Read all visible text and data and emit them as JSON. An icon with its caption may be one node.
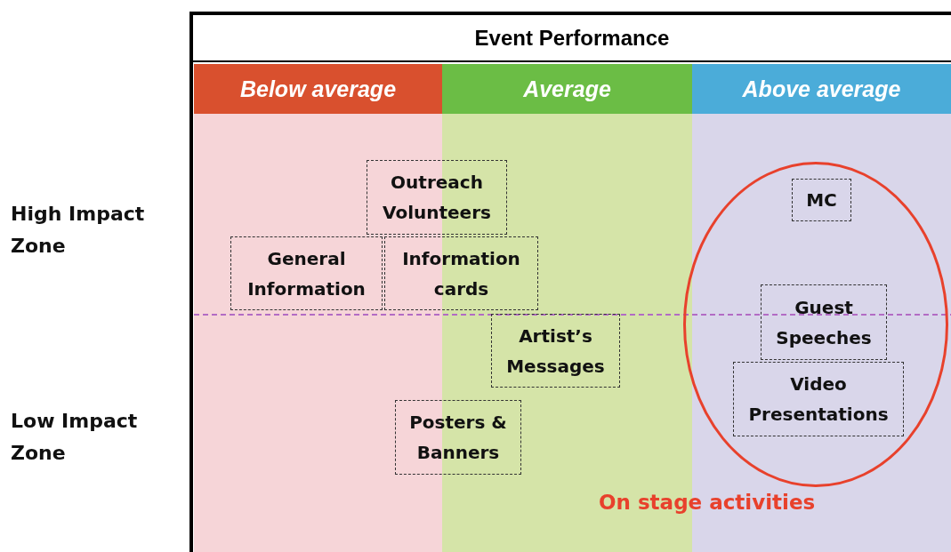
{
  "diagram": {
    "nodes": [
      {
        "text": [
          "Event Performance"
        ]
      },
      {
        "text": [
          "Below average"
        ]
      },
      {
        "text": [
          "Average"
        ]
      },
      {
        "text": [
          "Above average"
        ]
      },
      {
        "text": [
          "Outreach Volunteers"
        ]
      },
      {
        "text": [
          "General Information"
        ]
      },
      {
        "text": [
          "Information cards"
        ]
      },
      {
        "text": [
          "Artist’s Messages"
        ]
      },
      {
        "text": [
          "Posters & Banners"
        ]
      },
      {
        "text": [],
        "shape": "circle",
        "beside": [
          "On stage activities"
        ]
      },
      {
        "text": [
          "MC"
        ],
        "in": 9
      },
      {
        "text": [
          "Guest Speeches"
        ],
        "in": 9
      },
      {
        "text": [
          "Video Presentations"
        ],
        "in": 9
      }
    ],
    "edges": [],
    "labels": [
      "High Impact Zone",
      "Low Impact Zone"
    ]
  }
}
